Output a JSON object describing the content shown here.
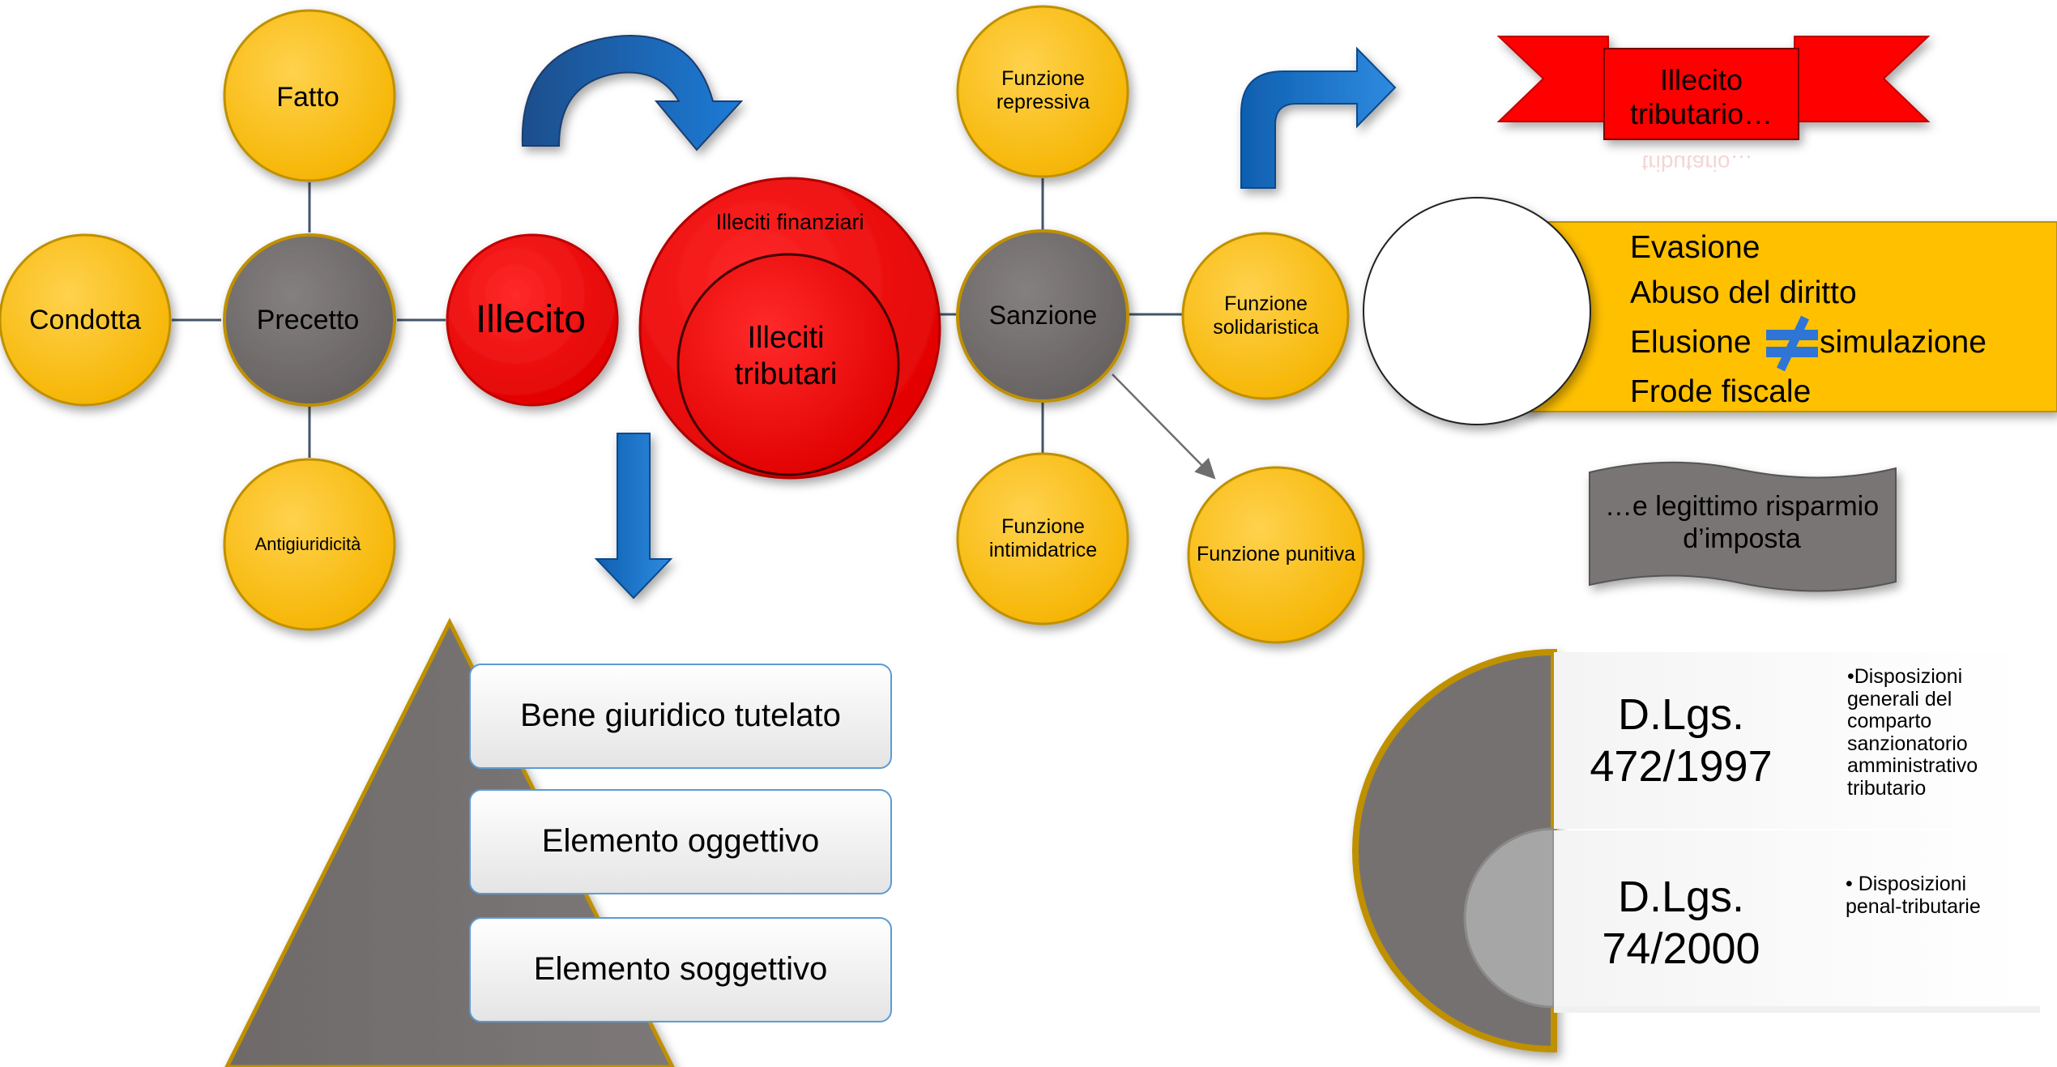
{
  "nodes": {
    "fatto": "Fatto",
    "condotta": "Condotta",
    "precetto": "Precetto",
    "antigiuridicita": "Antigiuridicità",
    "illecito": "Illecito",
    "illeciti_finanziari": "Illeciti finanziari",
    "illeciti_tributari": "Illeciti tributari",
    "funzione_repressiva": "Funzione repressiva",
    "sanzione": "Sanzione",
    "funzione_solidaristica": "Funzione solidaristica",
    "funzione_intimidatrice": "Funzione intimidatrice",
    "funzione_punitiva": "Funzione punitiva"
  },
  "ribbon": {
    "label": "Illecito tributario…"
  },
  "concepts": {
    "items": [
      "Evasione",
      "Abuso del diritto",
      "Elusione",
      "simulazione",
      "Frode fiscale"
    ],
    "not_equal_symbol": "≠"
  },
  "risparmio": {
    "label": "…e legittimo risparmio d’imposta"
  },
  "laws": [
    {
      "title": "D.Lgs. 472/1997",
      "bullet": "•Disposizioni generali del comparto sanzionatorio amministrativo tributario"
    },
    {
      "title": "D.Lgs. 74/2000",
      "bullet": "• Disposizioni penal-tributarie"
    }
  ],
  "pyramid": {
    "items": [
      "Bene giuridico tutelato",
      "Elemento oggettivo",
      "Elemento soggettivo"
    ]
  },
  "colors": {
    "yellow": "#FFC000",
    "gray": "#767171",
    "red": "#FF0000",
    "blue": "#0070C0",
    "slate": "#44546A"
  }
}
